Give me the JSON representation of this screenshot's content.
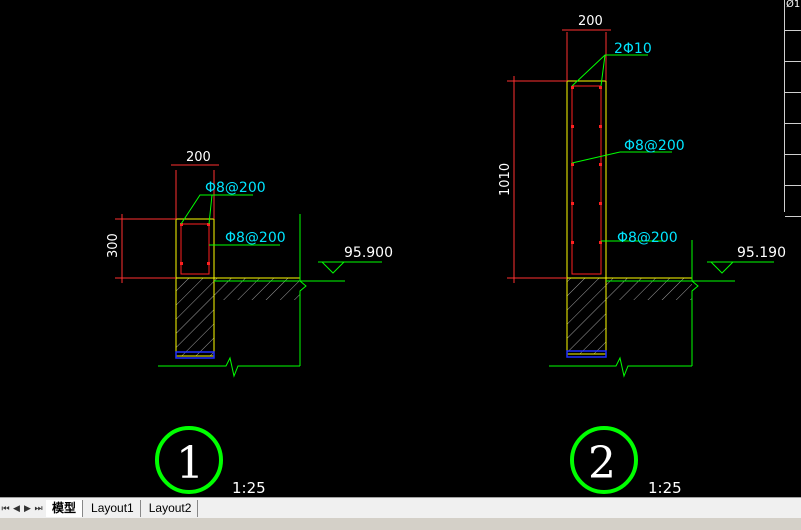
{
  "detail1": {
    "width_dim": "200",
    "height_dim": "300",
    "note_top": "Φ8@200",
    "note_side": "Φ8@200",
    "elevation": "95.900",
    "number": "1",
    "scale": "1:25"
  },
  "detail2": {
    "width_dim": "200",
    "height_dim": "1010",
    "note_top": "2Φ10",
    "note_mid": "Φ8@200",
    "note_side": "Φ8@200",
    "elevation": "95.190",
    "number": "2",
    "scale": "1:25"
  },
  "table": {
    "header": "Ø1"
  },
  "tabs": {
    "model": "模型",
    "layout1": "Layout1",
    "layout2": "Layout2"
  },
  "nav": [
    "⏮",
    "◀",
    "▶",
    "⏭"
  ],
  "colors": {
    "wall": "#ffff00",
    "dimension": "#ff3030",
    "ground": "#00ff00",
    "rebar": "#ff2020",
    "note": "#00e5ff",
    "hatch": "#c8c8c8",
    "base": "#2030ff",
    "circle": "#00ff00"
  }
}
